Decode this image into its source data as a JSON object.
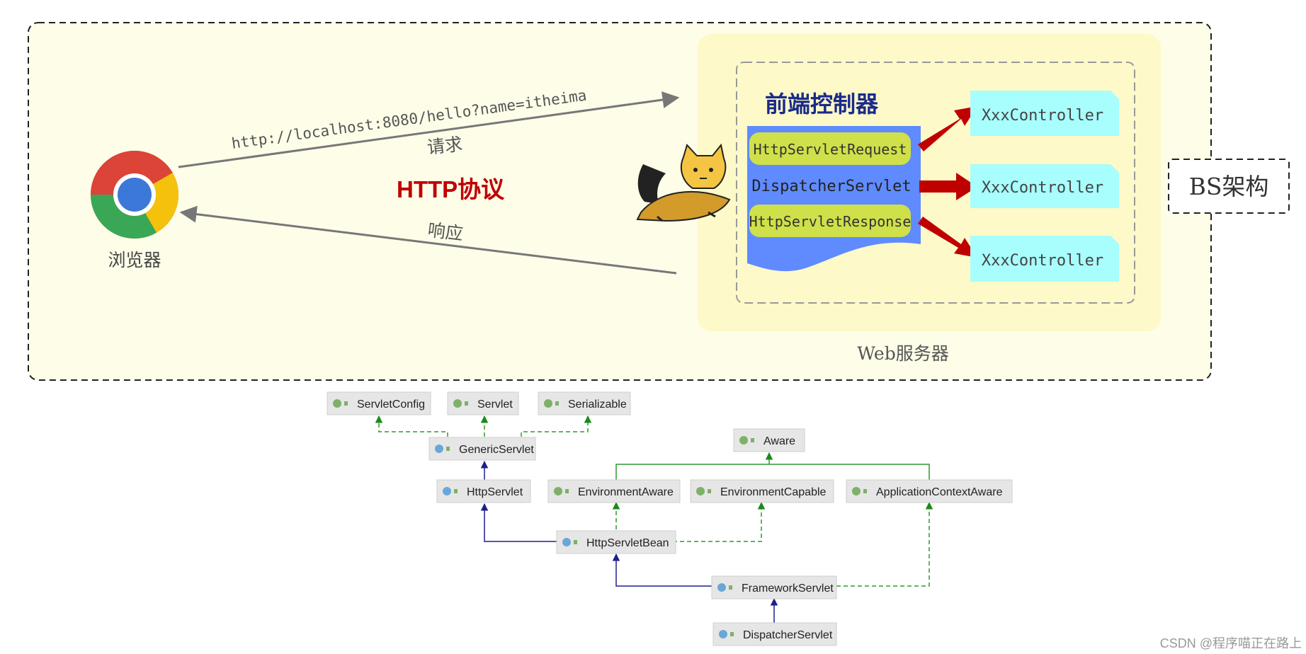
{
  "architecture": {
    "browser_label": "浏览器",
    "request_url": "http://localhost:8080/hello?name=itheima",
    "request_label": "请求",
    "response_label": "响应",
    "protocol_label": "HTTP协议",
    "web_server_label": "Web服务器",
    "bs_label": "BS架构",
    "front_controller_title": "前端控制器",
    "request_obj": "HttpServletRequest",
    "dispatcher": "DispatcherServlet",
    "response_obj": "HttpServletResponse",
    "controllers": [
      "XxxController",
      "XxxController",
      "XxxController"
    ]
  },
  "hierarchy": {
    "ServletConfig": "ServletConfig",
    "Servlet": "Servlet",
    "Serializable": "Serializable",
    "GenericServlet": "GenericServlet",
    "Aware": "Aware",
    "HttpServlet": "HttpServlet",
    "EnvironmentAware": "EnvironmentAware",
    "EnvironmentCapable": "EnvironmentCapable",
    "ApplicationContextAware": "ApplicationContextAware",
    "HttpServletBean": "HttpServletBean",
    "FrameworkServlet": "FrameworkServlet",
    "DispatcherServlet": "DispatcherServlet"
  },
  "watermark": "CSDN @程序喵正在路上",
  "colors": {
    "panel_bg": "#fdfde8",
    "server_bg": "#fdf9c8",
    "blue_doc": "#5f8bff",
    "green_box": "#cfe04a",
    "controller_bg": "#a8fdfd",
    "red_arrow": "#c00000",
    "interface_edge": "#2e9a2e",
    "extends_edge": "#1f1f9e"
  }
}
